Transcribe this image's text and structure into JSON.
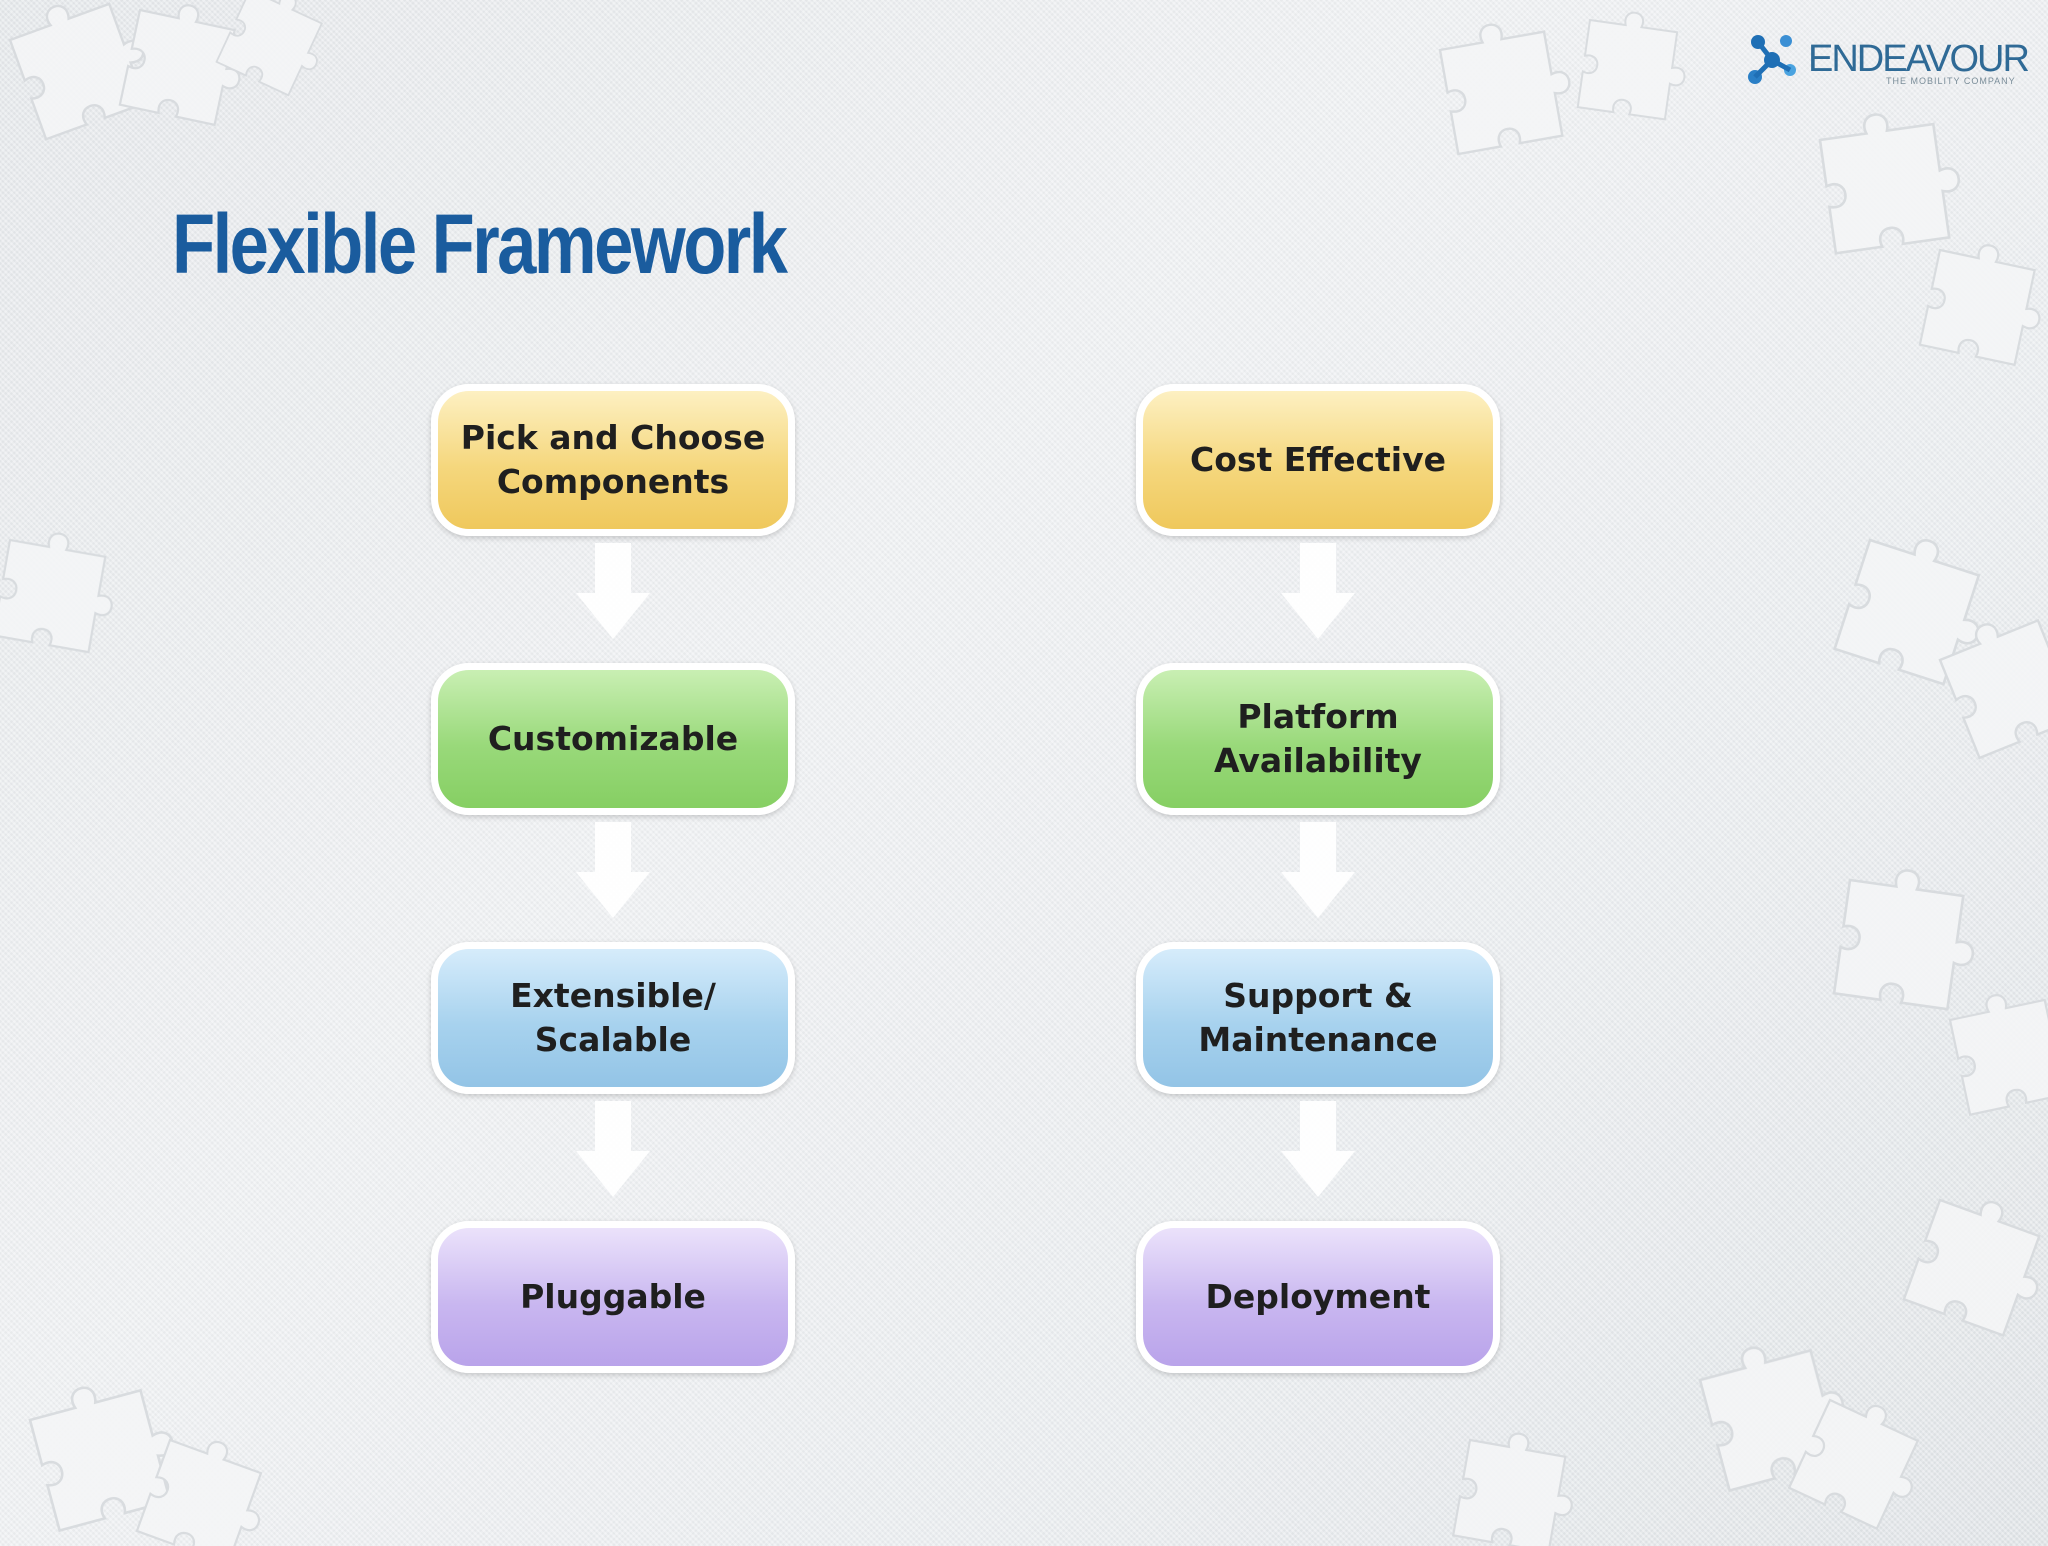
{
  "slide": {
    "title": "Flexible Framework"
  },
  "logo": {
    "name": "ENDEAVOUR",
    "tagline": "THE MOBILITY COMPANY"
  },
  "colors": {
    "title": "#1a5c9e",
    "yellow": "#f5d77d",
    "green": "#99d97a",
    "blue": "#a7d2ee",
    "purple": "#c9b7f0"
  },
  "diagram": {
    "left_column": [
      {
        "label": "Pick and Choose\nComponents",
        "color": "yellow"
      },
      {
        "label": "Customizable",
        "color": "green"
      },
      {
        "label": "Extensible/\nScalable",
        "color": "blue"
      },
      {
        "label": "Pluggable",
        "color": "purple"
      }
    ],
    "right_column": [
      {
        "label": "Cost Effective",
        "color": "yellow"
      },
      {
        "label": "Platform\nAvailability",
        "color": "green"
      },
      {
        "label": "Support &\nMaintenance",
        "color": "blue"
      },
      {
        "label": "Deployment",
        "color": "purple"
      }
    ]
  }
}
